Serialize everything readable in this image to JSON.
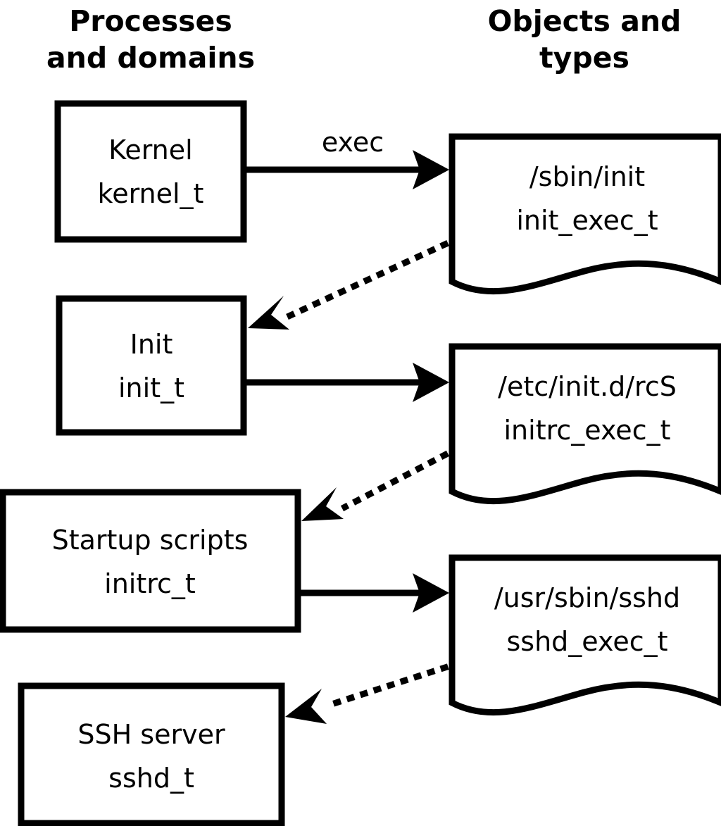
{
  "diagram": {
    "title_left": "Processes\nand domains",
    "columns": [
      {
        "id": "processes",
        "line1": "Processes",
        "line2": "and domains"
      },
      {
        "id": "objects",
        "line1": "Objects and",
        "line2": "types"
      }
    ],
    "colors": {
      "stroke": "#000000",
      "fill": "#ffffff",
      "background": "#ffffff"
    },
    "process_nodes": [
      {
        "id": "kernel",
        "line1": "Kernel",
        "line2": "kernel_t",
        "shape": "rectangle"
      },
      {
        "id": "init",
        "line1": "Init",
        "line2": "init_t",
        "shape": "rectangle"
      },
      {
        "id": "initrc",
        "line1": "Startup scripts",
        "line2": "initrc_t",
        "shape": "rectangle"
      },
      {
        "id": "sshd",
        "line1": "SSH server",
        "line2": "sshd_t",
        "shape": "rectangle"
      }
    ],
    "object_nodes": [
      {
        "id": "init_exec",
        "line1": "/sbin/init",
        "line2": "init_exec_t",
        "shape": "document"
      },
      {
        "id": "initrc_exec",
        "line1": "/etc/init.d/rcS",
        "line2": "initrc_exec_t",
        "shape": "document"
      },
      {
        "id": "sshd_exec",
        "line1": "/usr/sbin/sshd",
        "line2": "sshd_exec_t",
        "shape": "document"
      }
    ],
    "edges": [
      {
        "id": "kernel-exec-init_exec",
        "from": "kernel",
        "to": "init_exec",
        "label": "exec",
        "style": "solid"
      },
      {
        "id": "init_exec-transition-init",
        "from": "init_exec",
        "to": "init",
        "label": "",
        "style": "dotted"
      },
      {
        "id": "init-exec-initrc_exec",
        "from": "init",
        "to": "initrc_exec",
        "label": "",
        "style": "solid"
      },
      {
        "id": "initrc_exec-transition-initrc",
        "from": "initrc_exec",
        "to": "initrc",
        "label": "",
        "style": "dotted"
      },
      {
        "id": "initrc-exec-sshd_exec",
        "from": "initrc",
        "to": "sshd_exec",
        "label": "",
        "style": "solid"
      },
      {
        "id": "sshd_exec-transition-sshd",
        "from": "sshd_exec",
        "to": "sshd",
        "label": "",
        "style": "dotted"
      }
    ]
  }
}
